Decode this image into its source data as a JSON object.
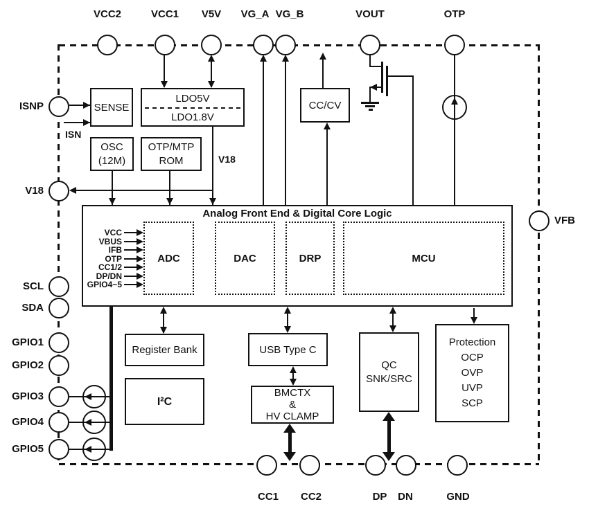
{
  "title": "Analog Front End & Digital Core Logic",
  "pins": {
    "top": [
      {
        "label": "VCC2"
      },
      {
        "label": "VCC1"
      },
      {
        "label": "V5V"
      },
      {
        "label": "VG_A"
      },
      {
        "label": "VG_B"
      },
      {
        "label": "VOUT"
      },
      {
        "label": "OTP"
      }
    ],
    "left": [
      {
        "label": "ISNP"
      },
      {
        "label": "V18"
      },
      {
        "label": "SCL"
      },
      {
        "label": "SDA"
      },
      {
        "label": "GPIO1"
      },
      {
        "label": "GPIO2"
      },
      {
        "label": "GPIO3"
      },
      {
        "label": "GPIO4"
      },
      {
        "label": "GPIO5"
      }
    ],
    "right": [
      {
        "label": "VFB"
      }
    ],
    "bottom": [
      {
        "label": "CC1"
      },
      {
        "label": "CC2"
      },
      {
        "label": "DP"
      },
      {
        "label": "DN"
      },
      {
        "label": "GND"
      }
    ]
  },
  "nets": {
    "isn": "ISN",
    "v18": "V18"
  },
  "blocks": {
    "sense": "SENSE",
    "ldo5v": "LDO5V",
    "ldo18v": "LDO1.8V",
    "osc": [
      "OSC",
      "(12M)"
    ],
    "rom": [
      "OTP/MTP",
      "ROM"
    ],
    "cccv": "CC/CV",
    "adc": "ADC",
    "dac": "DAC",
    "drp": "DRP",
    "mcu": "MCU",
    "register_bank": "Register Bank",
    "i2c": "I²C",
    "usb_type_c": "USB Type C",
    "bmctx": [
      "BMCTX",
      "&",
      "HV CLAMP"
    ],
    "qc": [
      "QC",
      "SNK/SRC"
    ],
    "protection": [
      "Protection",
      "OCP",
      "OVP",
      "UVP",
      "SCP"
    ]
  },
  "adc_inputs": [
    "VCC",
    "VBUS",
    "IFB",
    "OTP",
    "CC1/2",
    "DP/DN",
    "GPIO4~5"
  ],
  "colors": {
    "line": "#111111",
    "background": "#ffffff"
  }
}
